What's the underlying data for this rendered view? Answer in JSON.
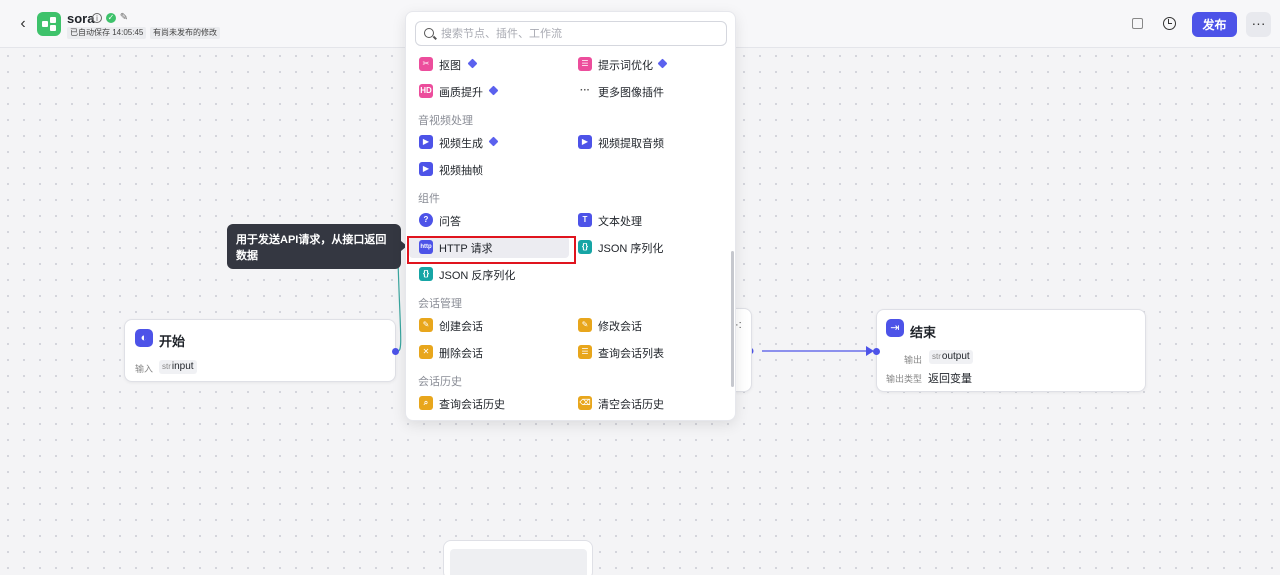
{
  "header": {
    "app_name": "sora",
    "autosave_tag": "已自动保存 14:05:45",
    "unpublished_tag": "有尚未发布的修改",
    "publish_label": "发布",
    "more_label": "···"
  },
  "tooltip": {
    "text": "用于发送API请求，从接口返回数据"
  },
  "search": {
    "placeholder": "搜索节点、插件、工作流"
  },
  "panel": {
    "sections": {
      "av": "音视频处理",
      "components": "组件",
      "session": "会话管理",
      "history": "会话历史"
    },
    "items": {
      "cutout": "抠图",
      "prompt_opt": "提示词优化",
      "quality": "画质提升",
      "more_image": "更多图像插件",
      "video_gen": "视频生成",
      "video_audio": "视频提取音频",
      "video_frame": "视频抽帧",
      "qa": "问答",
      "text_proc": "文本处理",
      "http": "HTTP 请求",
      "json_ser": "JSON 序列化",
      "json_deser": "JSON 反序列化",
      "create_conv": "创建会话",
      "edit_conv": "修改会话",
      "delete_conv": "删除会话",
      "list_conv": "查询会话列表",
      "query_hist": "查询会话历史",
      "clear_hist": "清空会话历史"
    }
  },
  "start_node": {
    "title": "开始",
    "input_label": "输入",
    "var_type": "str",
    "var_name": "input"
  },
  "end_node": {
    "title": "结束",
    "output_label": "输出",
    "var_type": "str",
    "var_name": "output",
    "output_type_label": "输出类型",
    "output_type_value": "返回变量"
  },
  "colors": {
    "accent": "#4d53e8",
    "highlight_border": "#e0141e",
    "pink": "#ec4d9c",
    "teal": "#16a5a5",
    "amber": "#e8a61c"
  }
}
